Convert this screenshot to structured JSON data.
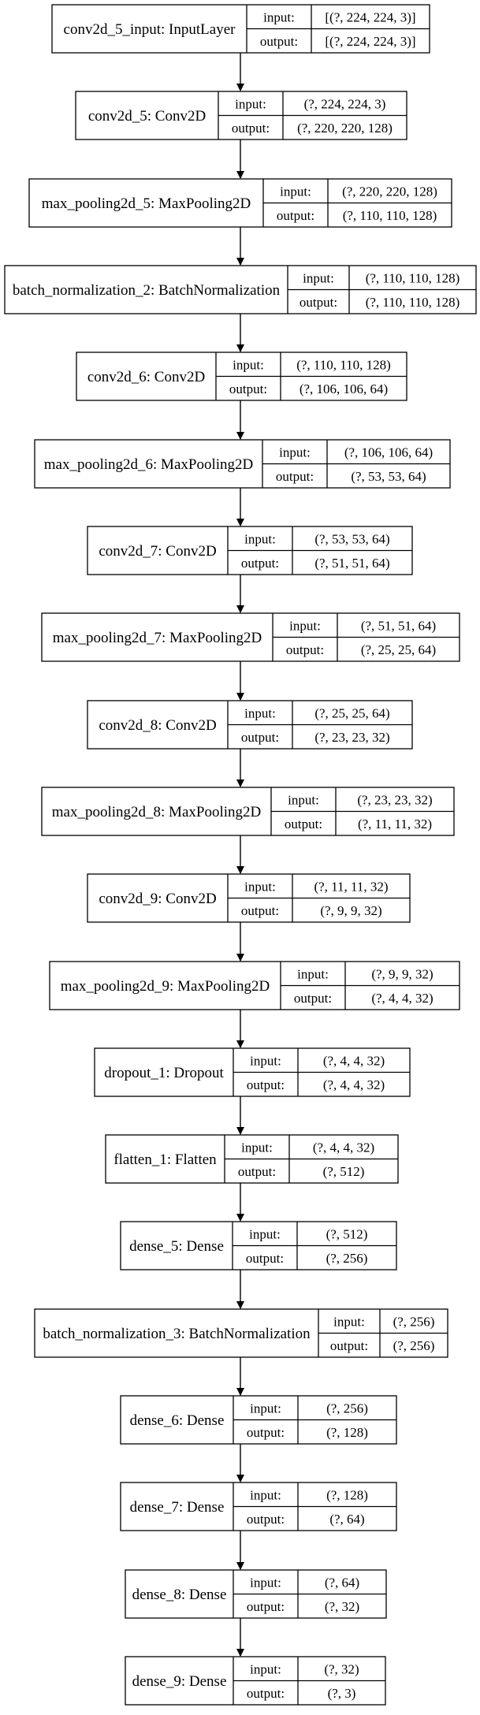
{
  "diagram": {
    "port_labels": {
      "input": "input:",
      "output": "output:"
    },
    "layers": [
      {
        "name": "conv2d_5_input: InputLayer",
        "input": "[(?, 224, 224, 3)]",
        "output": "[(?, 224, 224, 3)]"
      },
      {
        "name": "conv2d_5: Conv2D",
        "input": "(?, 224, 224, 3)",
        "output": "(?, 220, 220, 128)"
      },
      {
        "name": "max_pooling2d_5: MaxPooling2D",
        "input": "(?, 220, 220, 128)",
        "output": "(?, 110, 110, 128)"
      },
      {
        "name": "batch_normalization_2: BatchNormalization",
        "input": "(?, 110, 110, 128)",
        "output": "(?, 110, 110, 128)"
      },
      {
        "name": "conv2d_6: Conv2D",
        "input": "(?, 110, 110, 128)",
        "output": "(?, 106, 106, 64)"
      },
      {
        "name": "max_pooling2d_6: MaxPooling2D",
        "input": "(?, 106, 106, 64)",
        "output": "(?, 53, 53, 64)"
      },
      {
        "name": "conv2d_7: Conv2D",
        "input": "(?, 53, 53, 64)",
        "output": "(?, 51, 51, 64)"
      },
      {
        "name": "max_pooling2d_7: MaxPooling2D",
        "input": "(?, 51, 51, 64)",
        "output": "(?, 25, 25, 64)"
      },
      {
        "name": "conv2d_8: Conv2D",
        "input": "(?, 25, 25, 64)",
        "output": "(?, 23, 23, 32)"
      },
      {
        "name": "max_pooling2d_8: MaxPooling2D",
        "input": "(?, 23, 23, 32)",
        "output": "(?, 11, 11, 32)"
      },
      {
        "name": "conv2d_9: Conv2D",
        "input": "(?, 11, 11, 32)",
        "output": "(?, 9, 9, 32)"
      },
      {
        "name": "max_pooling2d_9: MaxPooling2D",
        "input": "(?, 9, 9, 32)",
        "output": "(?, 4, 4, 32)"
      },
      {
        "name": "dropout_1: Dropout",
        "input": "(?, 4, 4, 32)",
        "output": "(?, 4, 4, 32)"
      },
      {
        "name": "flatten_1: Flatten",
        "input": "(?, 4, 4, 32)",
        "output": "(?, 512)"
      },
      {
        "name": "dense_5: Dense",
        "input": "(?, 512)",
        "output": "(?, 256)"
      },
      {
        "name": "batch_normalization_3: BatchNormalization",
        "input": "(?, 256)",
        "output": "(?, 256)"
      },
      {
        "name": "dense_6: Dense",
        "input": "(?, 256)",
        "output": "(?, 128)"
      },
      {
        "name": "dense_7: Dense",
        "input": "(?, 128)",
        "output": "(?, 64)"
      },
      {
        "name": "dense_8: Dense",
        "input": "(?, 64)",
        "output": "(?, 32)"
      },
      {
        "name": "dense_9: Dense",
        "input": "(?, 32)",
        "output": "(?, 3)"
      }
    ]
  }
}
